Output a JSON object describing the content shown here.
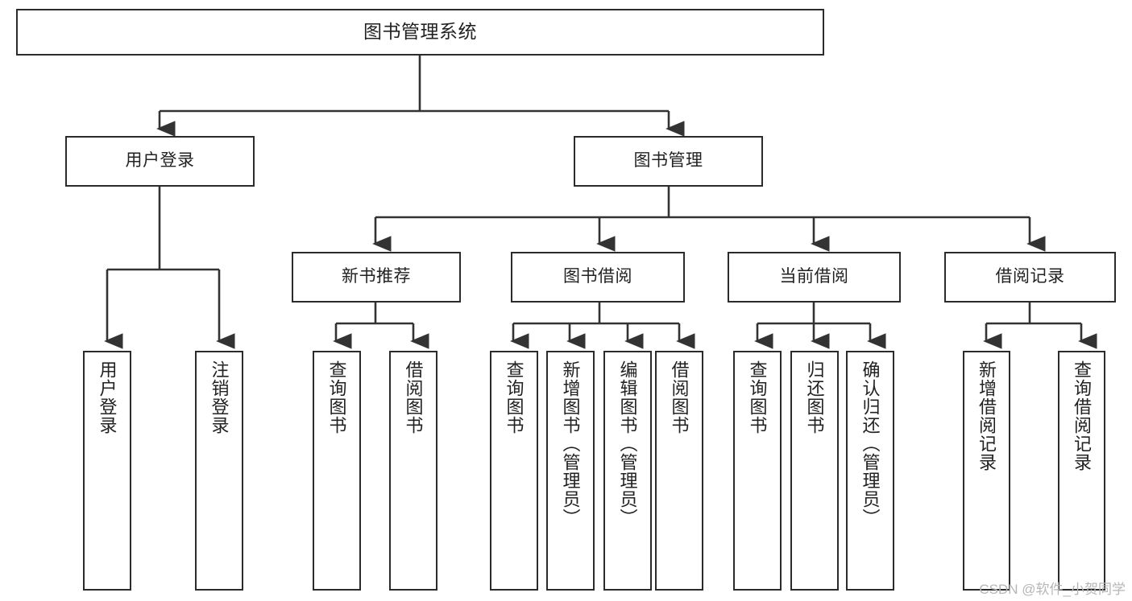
{
  "diagram": {
    "type": "tree-hierarchy-chart",
    "root": {
      "label": "图书管理系统"
    },
    "level2": [
      {
        "label": "用户登录"
      },
      {
        "label": "图书管理"
      }
    ],
    "level3": [
      {
        "label": "新书推荐"
      },
      {
        "label": "图书借阅"
      },
      {
        "label": "当前借阅"
      },
      {
        "label": "借阅记录"
      }
    ],
    "leaves": {
      "user_login": [
        {
          "label": "用户登录"
        },
        {
          "label": "注销登录"
        }
      ],
      "new_book_recommend": [
        {
          "label": "查询图书"
        },
        {
          "label": "借阅图书"
        }
      ],
      "book_borrow": [
        {
          "label": "查询图书"
        },
        {
          "label": "新增图书（管理员）"
        },
        {
          "label": "编辑图书（管理员）"
        },
        {
          "label": "借阅图书"
        }
      ],
      "current_borrow": [
        {
          "label": "查询图书"
        },
        {
          "label": "归还图书"
        },
        {
          "label": "确认归还（管理员）"
        }
      ],
      "borrow_record": [
        {
          "label": "新增借阅记录"
        },
        {
          "label": "查询借阅记录"
        }
      ]
    }
  },
  "watermark": {
    "text": "CSDN @软件_小贺同学"
  },
  "colors": {
    "box_border": "#2b2b2b",
    "box_fill": "#ffffff",
    "line": "#333333",
    "text": "#222222",
    "watermark": "#b6b6b6"
  }
}
